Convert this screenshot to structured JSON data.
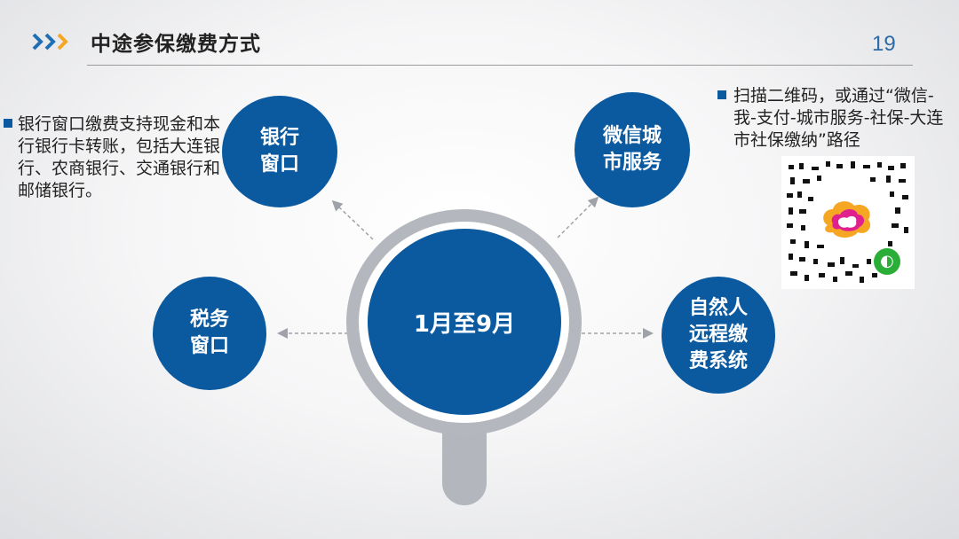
{
  "header": {
    "title": "中途参保缴费方式",
    "page_number": "19"
  },
  "center": {
    "label": "1月至9月"
  },
  "methods": {
    "bank": {
      "label": "银行\n窗口"
    },
    "wechat": {
      "label": "微信城\n市服务"
    },
    "tax": {
      "label": "税务\n窗口"
    },
    "remote": {
      "label": "自然人\n远程缴\n费系统"
    }
  },
  "notes": {
    "left": "银行窗口缴费支持现金和本行银行卡转账，包括大连银行、农商银行、交通银行和邮储银行。",
    "right": "扫描二维码，或通过“微信-我-支付-城市服务-社保-大连市社保缴纳”路径"
  },
  "colors": {
    "primary": "#0b5aa0",
    "accent": "#f5a623",
    "gray": "#b4b7bd"
  },
  "icons": {
    "header": "triple-chevron-icon",
    "qr": "qr-code-icon",
    "mini_program": "wechat-mini-program-icon"
  }
}
